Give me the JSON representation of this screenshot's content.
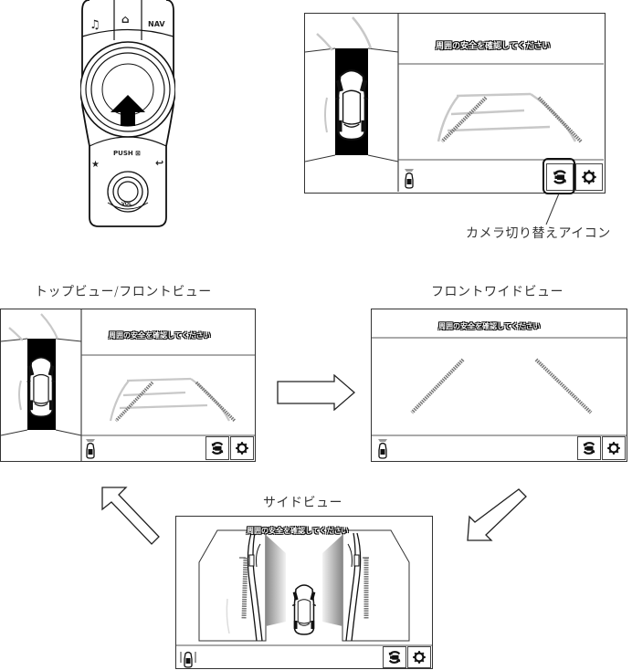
{
  "controller": {
    "buttons": {
      "music": "♫",
      "home": "home",
      "nav": "NAV",
      "favorite": "★",
      "back": "back",
      "push_mute": "PUSH",
      "volume": "VOL"
    }
  },
  "callout": {
    "label": "カメラ切り替えアイコン"
  },
  "screens": {
    "top": {
      "message": "周囲の安全を確認してください"
    },
    "top_front": {
      "caption": "トップビュー/フロントビュー",
      "message": "周囲の安全を確認してください"
    },
    "front_wide": {
      "caption": "フロントワイドビュー",
      "message": "周囲の安全を確認してください"
    },
    "side": {
      "caption": "サイドビュー",
      "message": "周囲の安全を確認してください"
    }
  },
  "icons": {
    "camera_switch": "camera-switch-icon",
    "settings": "gear-icon"
  },
  "colors": {
    "line": "#333333",
    "guide_gray": "#c8c8c8",
    "guide_dark": "#777777",
    "black": "#000000"
  }
}
